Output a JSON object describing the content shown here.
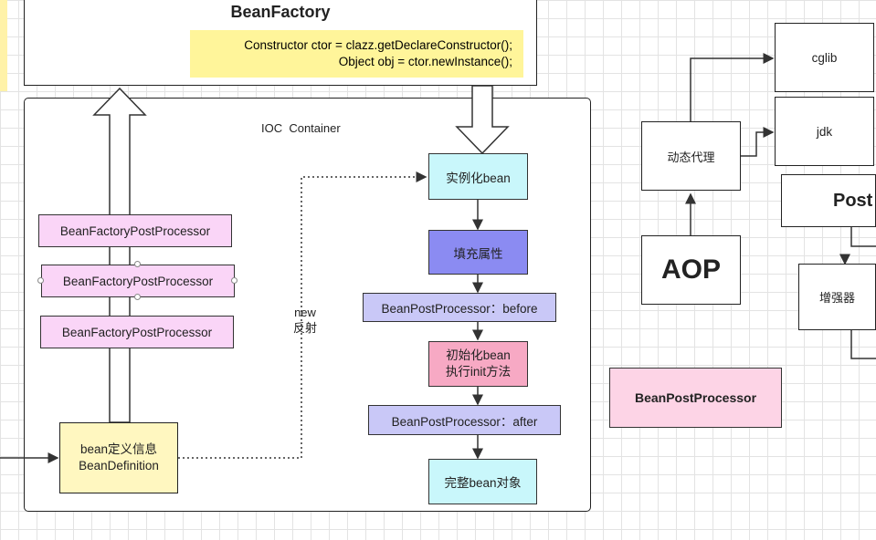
{
  "bean_factory": {
    "title": "BeanFactory",
    "note_line1": "Constructor ctor = clazz.getDeclareConstructor();",
    "note_line2": "Object obj = ctor.newInstance();"
  },
  "ioc_container": {
    "label": "IOC  Container"
  },
  "post_processors": [
    "BeanFactoryPostProcessor",
    "BeanFactoryPostProcessor",
    "BeanFactoryPostProcessor"
  ],
  "bean_definition": {
    "line1": "bean定义信息",
    "line2": "BeanDefinition"
  },
  "reflection_label": {
    "line1": "new",
    "line2": "反射"
  },
  "lifecycle": {
    "instantiate": "实例化bean",
    "populate": "填充属性",
    "bpp_before": "BeanPostProcessor：before",
    "init_line1": "初始化bean",
    "init_line2": "执行init方法",
    "bpp_after": "BeanPostProcessor：after",
    "complete": "完整bean对象"
  },
  "right_side": {
    "cglib": "cglib",
    "jdk": "jdk",
    "dynamic_proxy": "动态代理",
    "post": "Post",
    "aop": "AOP",
    "enhancer": "增强器",
    "bean_post_processor": "BeanPostProcessor"
  }
}
